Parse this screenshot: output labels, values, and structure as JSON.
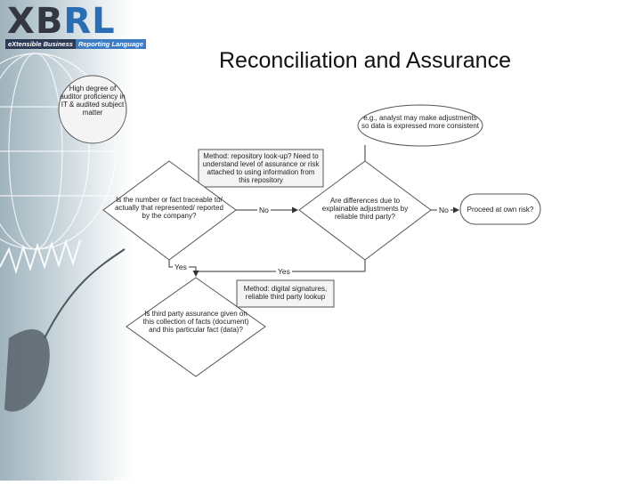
{
  "logo": {
    "mark_left": "XB",
    "mark_right": "RL",
    "tagline_left": "eXtensible Business",
    "tagline_right": "Reporting Language"
  },
  "title": "Reconciliation and Assurance",
  "nodes": {
    "auditor_circle": "High degree of auditor proficiency in IT & audited subject matter",
    "analyst_ellipse": "e.g., analyst may make adjustments so data is expressed more consistent",
    "method_repository": "Method: repository look-up? Need to understand level of assurance or risk attached to using information from this repository",
    "traceable_diamond": "Is the number or fact traceable to/ actually that represented/ reported by the company?",
    "explainable_diamond": "Are differences due to explainable adjustments by reliable third party?",
    "proceed_terminal": "Proceed at own risk?",
    "method_digital": "Method: digital signatures, reliable third party lookup",
    "assurance_diamond": "Is third party assurance given on this collection of facts (document) and this particular fact (data)?"
  },
  "edge_labels": {
    "no_1": "No",
    "no_2": "No",
    "yes_1": "Yes",
    "yes_2": "Yes"
  }
}
